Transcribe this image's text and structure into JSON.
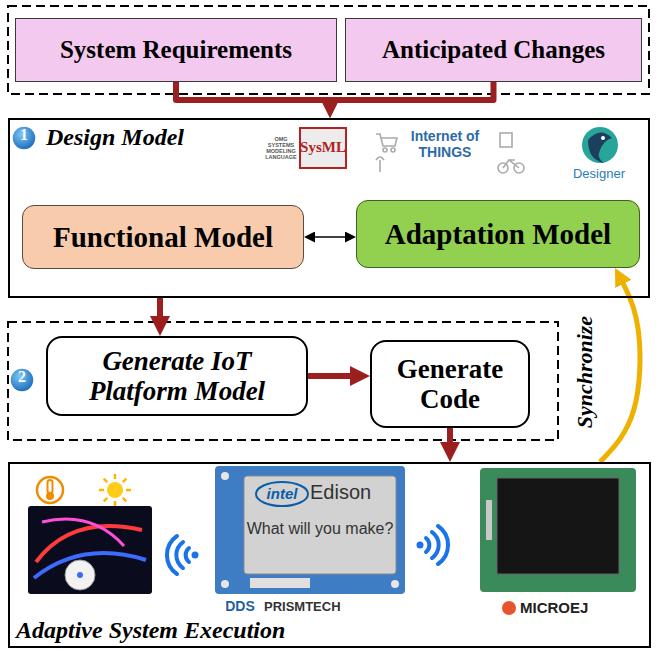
{
  "diagram": {
    "nodes": [
      {
        "text": [
          "System Requirements"
        ]
      },
      {
        "text": [
          "Anticipated Changes"
        ]
      },
      {
        "text": [
          "Design Model"
        ]
      },
      {
        "text": [
          "Functional Model"
        ],
        "in": 2
      },
      {
        "text": [
          "Adaptation Model"
        ],
        "in": 2
      },
      {
        "text": [
          "Generate IoT Platform Model"
        ]
      },
      {
        "text": [
          "Generate Code"
        ]
      },
      {
        "text": [
          "Adaptive System Execution"
        ]
      }
    ],
    "edges": [
      {
        "from": 0,
        "to": 2,
        "arrow": "to"
      },
      {
        "from": 1,
        "to": 2,
        "arrow": "to"
      },
      {
        "from": 3,
        "to": 4,
        "arrow": "both"
      },
      {
        "from": 2,
        "to": 5,
        "arrow": "to"
      },
      {
        "from": 5,
        "to": 6,
        "arrow": "to"
      },
      {
        "from": 6,
        "to": 7,
        "arrow": "to"
      },
      {
        "from": 7,
        "to": 4,
        "arrow": "to",
        "label": "Synchronize"
      }
    ],
    "labels": [
      "1",
      "OMG SYSTEMS MODELING LANGUAGE",
      "SysML",
      "Internet of THINGS",
      "Designer",
      "2",
      "intel",
      "Edison",
      "What will you make?",
      "DDS",
      "PRISMTECH",
      "MICROEJ"
    ]
  }
}
